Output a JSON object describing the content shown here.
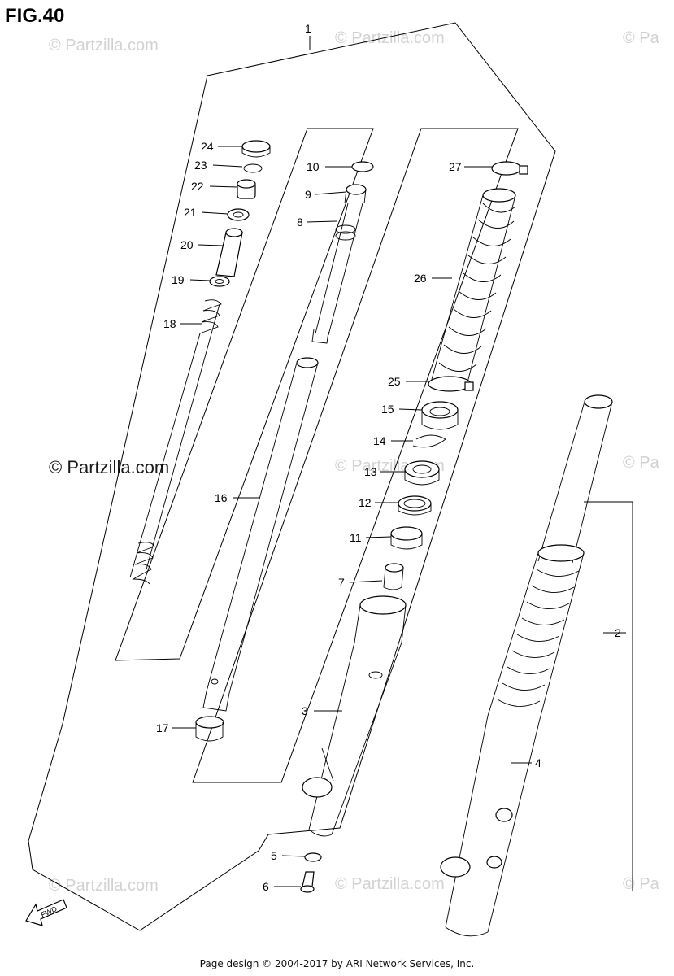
{
  "figure": {
    "title": "FIG.40"
  },
  "watermarks": {
    "light": "© Partzilla.com",
    "light_clipped": "© Pa",
    "dark": "© Partzilla.com"
  },
  "footer": {
    "text": "Page design © 2004-2017 by ARI Network Services, Inc."
  },
  "fwd_label": "FWD",
  "callouts": [
    "1",
    "2",
    "3",
    "4",
    "5",
    "6",
    "7",
    "8",
    "9",
    "10",
    "11",
    "12",
    "13",
    "14",
    "15",
    "16",
    "17",
    "18",
    "19",
    "20",
    "21",
    "22",
    "23",
    "24",
    "25",
    "26",
    "27"
  ]
}
